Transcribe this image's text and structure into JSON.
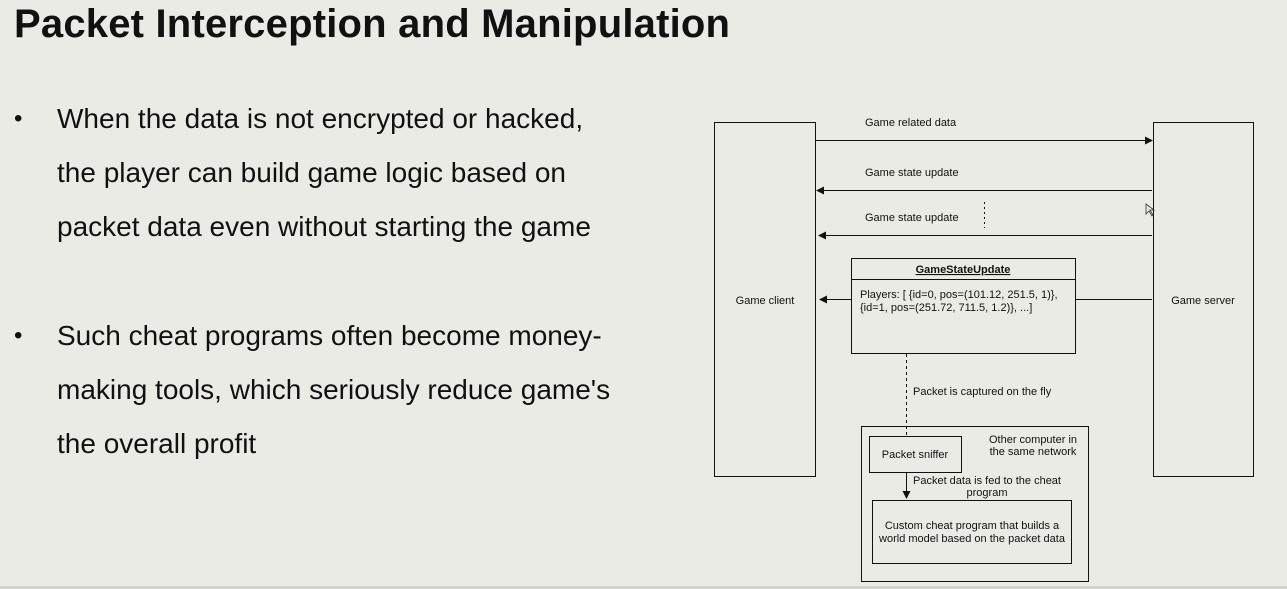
{
  "slide": {
    "title": "Packet Interception and Manipulation",
    "bullets": [
      {
        "marker": "•",
        "lines": [
          "When the data is not encrypted or hacked,",
          "the player can build game logic based on",
          "packet data even without starting the game"
        ]
      },
      {
        "marker": "•",
        "lines": [
          "Such cheat programs often become money-",
          "making tools, which seriously reduce game's",
          "the overall profit"
        ]
      }
    ]
  },
  "diagram": {
    "client_label": "Game client",
    "server_label": "Game server",
    "msg_related": "Game related data",
    "msg_state_1": "Game state update",
    "msg_state_2": "Game state update",
    "packet_title": "GameStateUpdate",
    "packet_line1": "Players: [ {id=0, pos=(101.12, 251.5, 1)},",
    "packet_line2": "{id=1, pos=(251.72, 711.5, 1.2)}, ...]",
    "captured_label": "Packet is captured on the fly",
    "other_computer_line1": "Other computer in",
    "other_computer_line2": "the same network",
    "sniffer_label": "Packet sniffer",
    "fed_line1": "Packet data is fed to the cheat",
    "fed_line2": "program",
    "cheat_line1": "Custom cheat program that builds a",
    "cheat_line2": "world model based on the packet data"
  },
  "colors": {
    "background": "#ebebe6",
    "line": "#111111"
  }
}
